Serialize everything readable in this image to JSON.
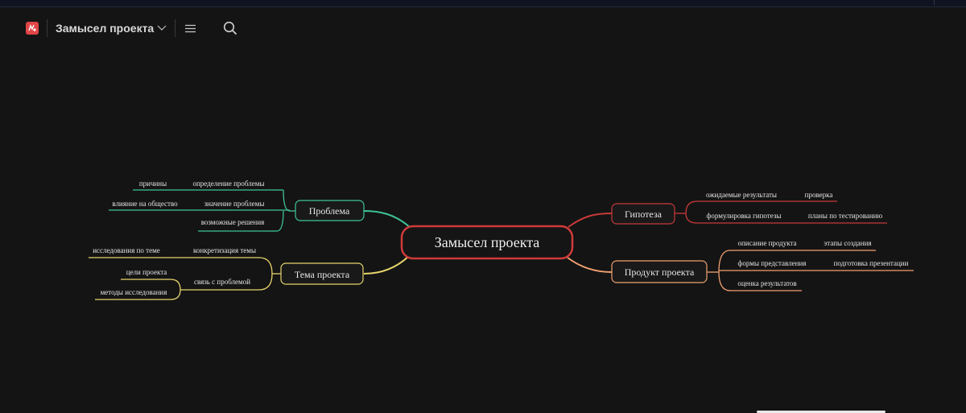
{
  "app": {
    "title": "Замысел проекта",
    "logo_icon": "mindmap-app-logo",
    "menu_icon": "hamburger-menu-icon",
    "search_icon": "search-icon",
    "accent": "#e04646"
  },
  "mindmap": {
    "root": "Замысел проекта",
    "colors": {
      "root": "#d03a3a",
      "problem": "#3fc49a",
      "topic": "#e6d36b",
      "hypothesis": "#c83a3a",
      "product": "#f0a070"
    },
    "left": [
      {
        "id": "problem",
        "label": "Проблема",
        "children": [
          {
            "label": "определение проблемы",
            "children": [
              "причины"
            ]
          },
          {
            "label": "значение проблемы",
            "children": [
              "влияние на общество"
            ]
          },
          {
            "label": "возможные решения",
            "children": []
          }
        ]
      },
      {
        "id": "topic",
        "label": "Тема проекта",
        "children": [
          {
            "label": "конкретизация темы",
            "children": [
              "исследования по теме"
            ]
          },
          {
            "label": "связь с проблемой",
            "children": [
              "цели проекта",
              "методы исследования"
            ]
          }
        ]
      }
    ],
    "right": [
      {
        "id": "hypothesis",
        "label": "Гипотеза",
        "children": [
          {
            "label": "ожидаемые результаты",
            "children": [
              "проверка"
            ]
          },
          {
            "label": "формулировка гипотезы",
            "children": [
              "планы по тестированию"
            ]
          }
        ]
      },
      {
        "id": "product",
        "label": "Продукт проекта",
        "children": [
          {
            "label": "описание продукта",
            "children": [
              "этапы создания"
            ]
          },
          {
            "label": "формы представления",
            "children": [
              "подготовка презентации"
            ]
          },
          {
            "label": "оценка результатов",
            "children": []
          }
        ]
      }
    ]
  }
}
